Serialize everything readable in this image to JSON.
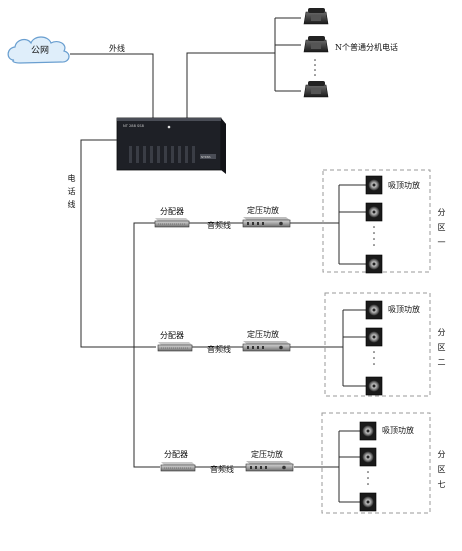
{
  "public_network": "公网",
  "outer_line": "外线",
  "phone_line": "电话线",
  "extensions": "N个普通分机电话",
  "pbx_text": {
    "brand": "NT  288  SS8",
    "badge": "NTRNS"
  },
  "zones": [
    {
      "splitter": "分配器",
      "amplifier": "定压功放",
      "audio_line": "音频线",
      "speaker_label": "吸顶功放",
      "zone_name": "分区一"
    },
    {
      "splitter": "分配器",
      "amplifier": "定压功放",
      "audio_line": "音频线",
      "speaker_label": "吸顶功放",
      "zone_name": "分区二"
    },
    {
      "splitter": "分配器",
      "amplifier": "定压功放",
      "audio_line": "音频线",
      "speaker_label": "吸顶功放",
      "zone_name": "分区七"
    }
  ],
  "colors": {
    "line": "#2b2b2b",
    "dashed_box": "#9a9a9a",
    "pbx_body": "#1e2026",
    "cloud_fill": "#dfeefa",
    "cloud_stroke": "#6a9fd0"
  }
}
